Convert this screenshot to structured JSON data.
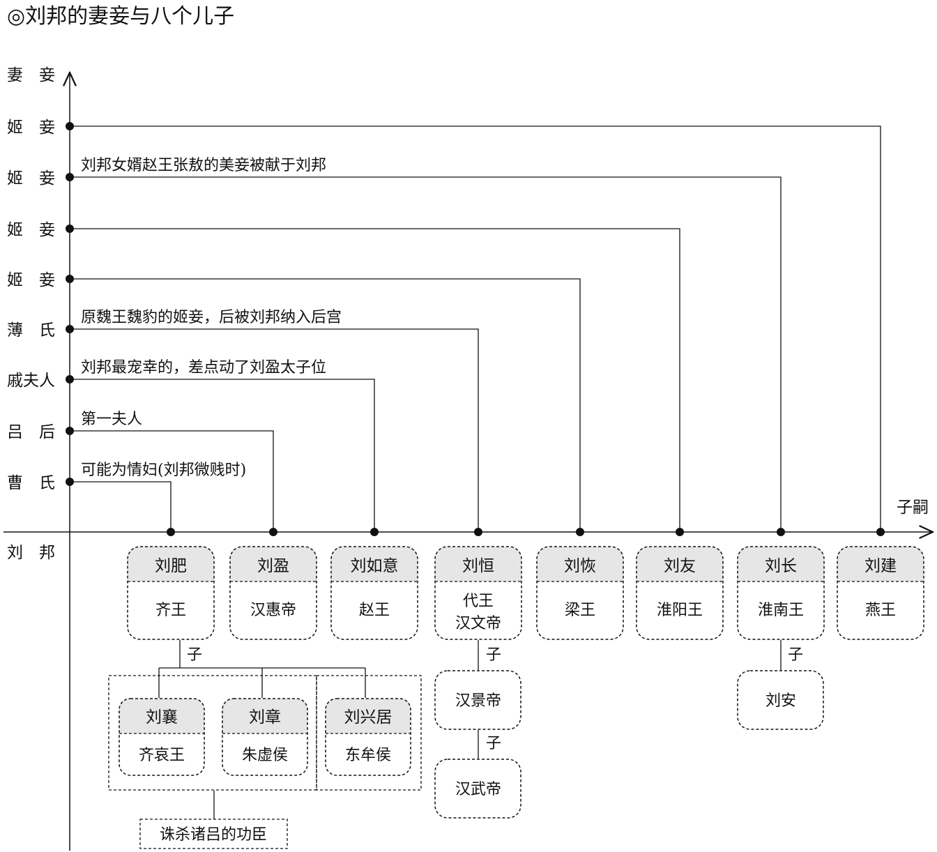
{
  "title": "◎刘邦的妻妾与八个儿子",
  "axis": {
    "y_label": "妻　妾",
    "x_label": "子嗣",
    "origin_label": "刘　邦"
  },
  "wives": [
    {
      "name": "姬　妾",
      "note": ""
    },
    {
      "name": "姬　妾",
      "note": "刘邦女婿赵王张敖的美妾被献于刘邦"
    },
    {
      "name": "姬　妾",
      "note": ""
    },
    {
      "name": "姬　妾",
      "note": ""
    },
    {
      "name": "薄　氏",
      "note": "原魏王魏豹的姬妾，后被刘邦纳入后宫"
    },
    {
      "name": "戚夫人",
      "note": "刘邦最宠幸的，差点动了刘盈太子位"
    },
    {
      "name": "吕　后",
      "note": "第一夫人"
    },
    {
      "name": "曹　氏",
      "note": "可能为情妇(刘邦微贱时)"
    }
  ],
  "sons": [
    {
      "name": "刘肥",
      "title": [
        "齐王"
      ]
    },
    {
      "name": "刘盈",
      "title": [
        "汉惠帝"
      ]
    },
    {
      "name": "刘如意",
      "title": [
        "赵王"
      ]
    },
    {
      "name": "刘恒",
      "title": [
        "代王",
        "汉文帝"
      ]
    },
    {
      "name": "刘恢",
      "title": [
        "梁王"
      ]
    },
    {
      "name": "刘友",
      "title": [
        "淮阳王"
      ]
    },
    {
      "name": "刘长",
      "title": [
        "淮南王"
      ]
    },
    {
      "name": "刘建",
      "title": [
        "燕王"
      ]
    }
  ],
  "child_label": "子",
  "feisons": [
    {
      "name": "刘襄",
      "title": "齐哀王"
    },
    {
      "name": "刘章",
      "title": "朱虚侯"
    },
    {
      "name": "刘兴居",
      "title": "东牟侯"
    }
  ],
  "feisons_note": "诛杀诸吕的功臣",
  "heng_line": [
    "汉景帝",
    "汉武帝"
  ],
  "chang_son": "刘安"
}
